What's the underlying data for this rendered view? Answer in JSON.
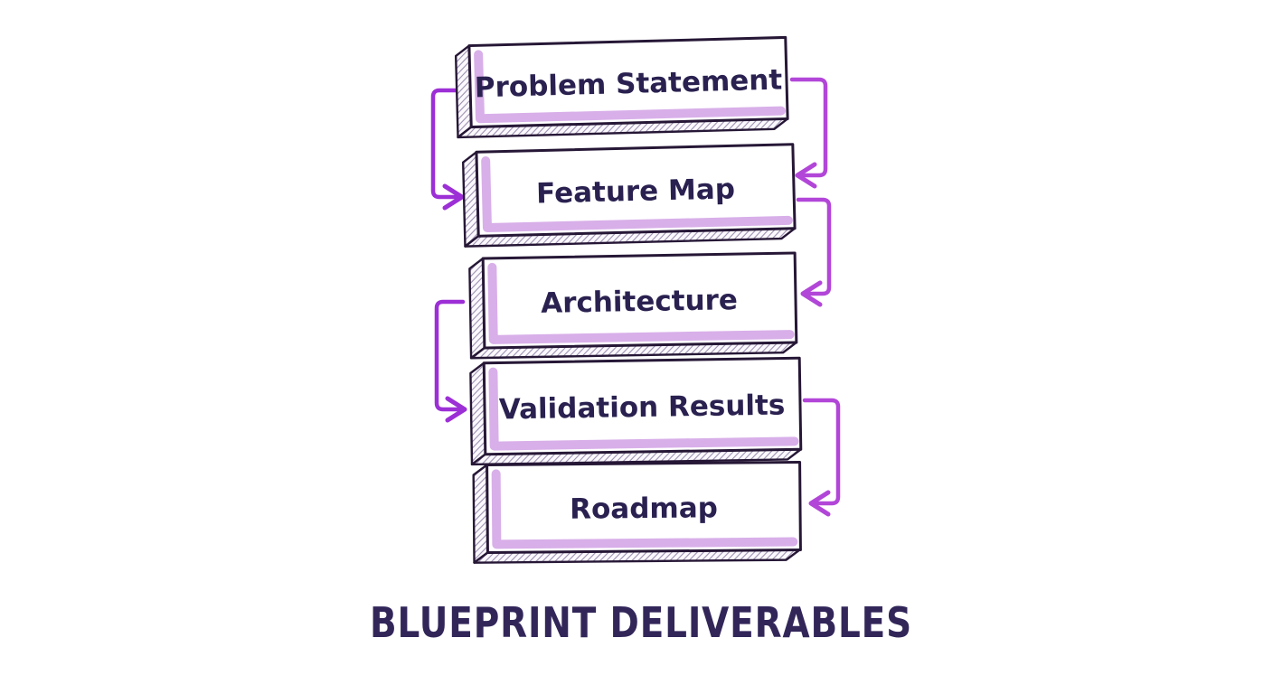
{
  "diagram": {
    "title": "BLUEPRINT DELIVERABLES",
    "boxes": [
      {
        "id": "problem-statement",
        "label": "Problem Statement"
      },
      {
        "id": "feature-map",
        "label": "Feature Map"
      },
      {
        "id": "architecture",
        "label": "Architecture"
      },
      {
        "id": "validation-results",
        "label": "Validation Results"
      },
      {
        "id": "roadmap",
        "label": "Roadmap"
      }
    ],
    "connections": [
      {
        "from": "Problem Statement",
        "to": "Feature Map",
        "side": "left"
      },
      {
        "from": "Problem Statement",
        "to": "Feature Map",
        "side": "right"
      },
      {
        "from": "Feature Map",
        "to": "Architecture",
        "side": "right"
      },
      {
        "from": "Architecture",
        "to": "Validation Results",
        "side": "left"
      },
      {
        "from": "Validation Results",
        "to": "Roadmap",
        "side": "right"
      }
    ],
    "colors": {
      "background": "#ffffff",
      "outline": "#261736",
      "label_text": "#2a2150",
      "title_text": "#322659",
      "lavender": "#d6abe8",
      "arrow_left": "#9c2fd6",
      "arrow_right": "#b246d8",
      "hatch_line": "#84749c",
      "hatch_bg": "#fbf9fd"
    }
  }
}
